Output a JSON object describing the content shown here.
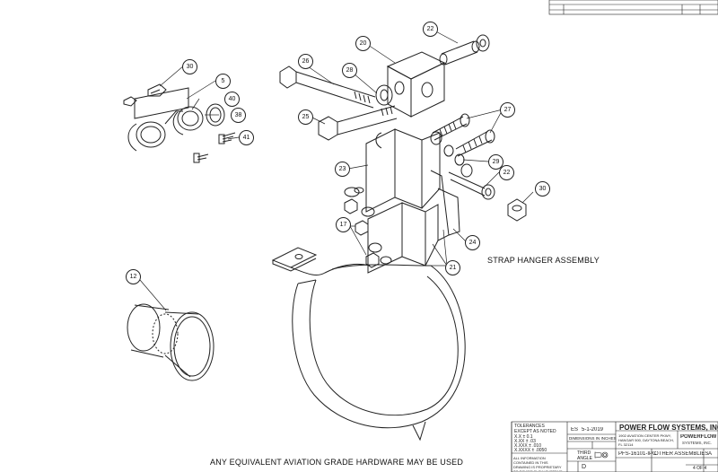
{
  "drawing": {
    "assembly_title": "STRAP HANGER ASSEMBLY",
    "note": "ANY EQUIVALENT AVIATION GRADE HARDWARE MAY BE USED"
  },
  "callouts": [
    {
      "id": "30a",
      "label": "30"
    },
    {
      "id": "5",
      "label": "5"
    },
    {
      "id": "40",
      "label": "40"
    },
    {
      "id": "38",
      "label": "38"
    },
    {
      "id": "41",
      "label": "41"
    },
    {
      "id": "26",
      "label": "26"
    },
    {
      "id": "28",
      "label": "28"
    },
    {
      "id": "20",
      "label": "20"
    },
    {
      "id": "22a",
      "label": "22"
    },
    {
      "id": "25",
      "label": "25"
    },
    {
      "id": "27",
      "label": "27"
    },
    {
      "id": "29",
      "label": "29"
    },
    {
      "id": "22b",
      "label": "22"
    },
    {
      "id": "23",
      "label": "23"
    },
    {
      "id": "30b",
      "label": "30"
    },
    {
      "id": "17",
      "label": "17"
    },
    {
      "id": "24",
      "label": "24"
    },
    {
      "id": "21",
      "label": "21"
    },
    {
      "id": "12",
      "label": "12"
    }
  ],
  "title_block": {
    "company": "POWER FLOW SYSTEMS, INC.",
    "logo_line1": "POWERFLOW",
    "logo_line2": "SYSTEMS, INC.",
    "tolerances": "TOLERANCES",
    "unless": "EXCEPT AS NOTED",
    "tol_rows": [
      "X.X  ± 0.1",
      "X.XX  ± .03",
      "X.XXX  ± .010",
      "X.XXXX  ± .0050"
    ],
    "drawn_by": "ES",
    "date": "5-1-2019",
    "dimensions": "DIMENSIONS IN INCHES",
    "projection_line1": "THIRD",
    "projection_line2": "ANGLE",
    "confidential": "ALL INFORMATION CONTAINED IN THIS DRAWING IS PROPRIETARY TO POWER FLOW SYSTEMS, INC.",
    "address": "1902 AVIATION CENTER PKWY, HANGAR 500, DAYTONA BEACH, FL 32114",
    "part_number": "PFS-16101-IPC",
    "assembly": "OTHER ASSEMBLIES",
    "size": "D",
    "rev": "A",
    "sheet": "4 OF 4"
  }
}
